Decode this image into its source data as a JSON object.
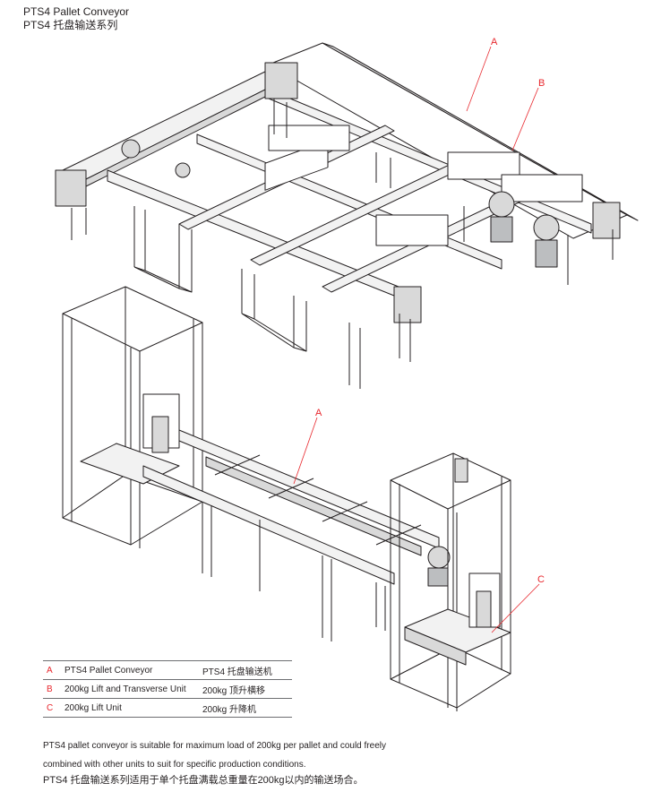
{
  "header": {
    "title_en": "PTS4 Pallet Conveyor",
    "title_zh": "PTS4 托盘输送系列"
  },
  "callouts": {
    "top_a": "A",
    "top_b": "B",
    "bottom_a": "A",
    "bottom_c": "C"
  },
  "legend": [
    {
      "key": "A",
      "en": "PTS4 Pallet Conveyor",
      "zh": "PTS4 托盘输送机"
    },
    {
      "key": "B",
      "en": "200kg Lift and Transverse Unit",
      "zh": "200kg 顶升横移"
    },
    {
      "key": "C",
      "en": "200kg Lift Unit",
      "zh": "200kg 升降机"
    }
  ],
  "description": {
    "line1": "PTS4 pallet conveyor is suitable for maximum load of 200kg per pallet and could freely",
    "line2": "combined with other units to suit for specific production conditions.",
    "line3": "PTS4 托盘输送系列适用于单个托盘满载总重量在200kg以内的输送场合。"
  },
  "colors": {
    "text": "#231f20",
    "callout": "#e8262c",
    "line": "#231f20",
    "frame_fill": "#f2f2f2"
  }
}
